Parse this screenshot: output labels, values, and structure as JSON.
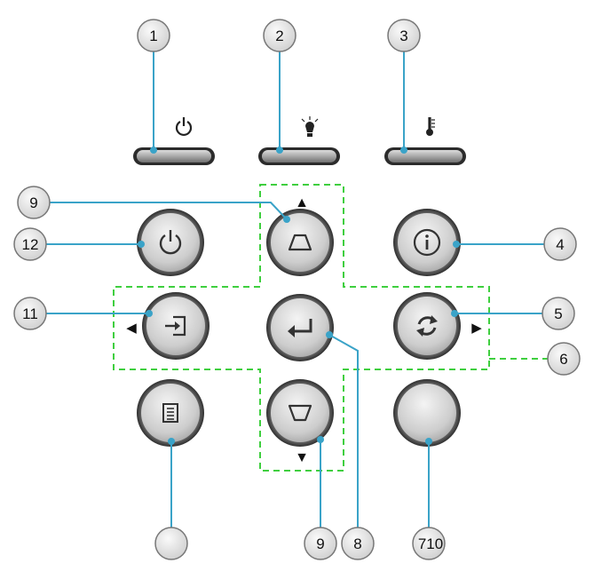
{
  "callouts": {
    "c1": "1",
    "c2": "2",
    "c3": "3",
    "c4": "4",
    "c5": "5",
    "c6": "6",
    "c8": "8",
    "c9_top": "9",
    "c9_bottom": "9",
    "c11": "11",
    "c12": "12",
    "c710": "710",
    "c_blank": ""
  },
  "arrows": {
    "up": "▲",
    "down": "▼",
    "left": "◀",
    "right": "▶"
  },
  "indicators": [
    {
      "icon": "power-icon"
    },
    {
      "icon": "lamp-icon"
    },
    {
      "icon": "thermometer-icon"
    }
  ],
  "buttons": [
    {
      "icon": "power-icon"
    },
    {
      "icon": "keystone-up-icon"
    },
    {
      "icon": "info-icon"
    },
    {
      "icon": "source-icon"
    },
    {
      "icon": "enter-icon"
    },
    {
      "icon": "resync-icon"
    },
    {
      "icon": "menu-icon"
    },
    {
      "icon": "keystone-down-icon"
    },
    {
      "icon": "blank-icon"
    }
  ],
  "colors": {
    "leader": "#3aa3c8",
    "dashed": "#3fcf3f",
    "callout_fill": "#e4e4e4",
    "callout_stroke": "#777777",
    "icon": "#333333"
  }
}
